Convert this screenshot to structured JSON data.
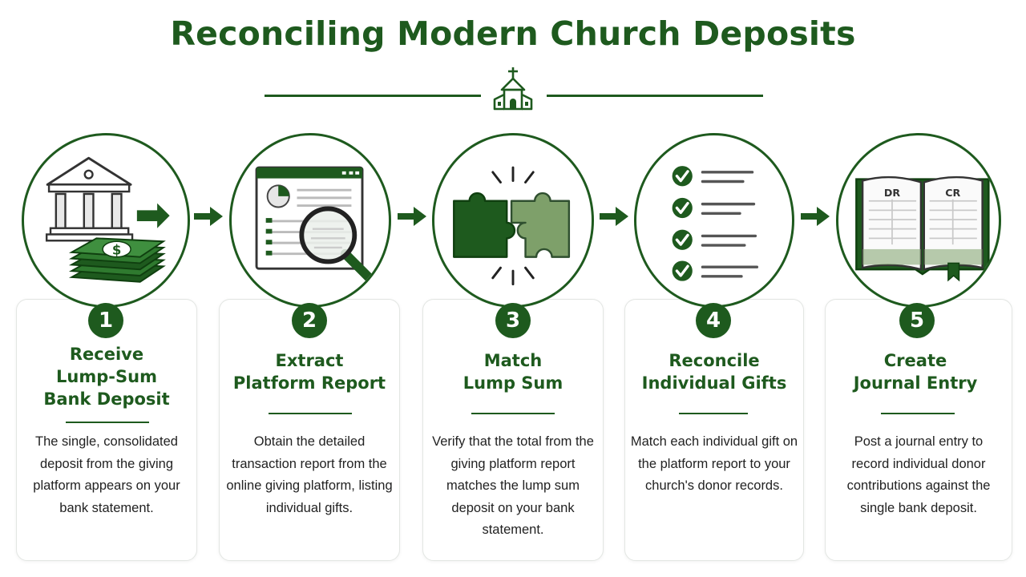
{
  "title": "Reconciling Modern Church Deposits",
  "colors": {
    "primary": "#1e5a1e",
    "light": "#7ea06a",
    "card_border": "#e3e6e3"
  },
  "steps": [
    {
      "number": "1",
      "title": [
        "Receive",
        "Lump-Sum",
        "Bank Deposit"
      ],
      "description": "The single, consolidated deposit from the giving platform appears on your bank statement.",
      "icon": "bank-and-money-icon"
    },
    {
      "number": "2",
      "title": [
        "Extract",
        "Platform Report"
      ],
      "description": "Obtain the detailed transaction report from the online giving platform, listing individual gifts.",
      "icon": "report-magnifier-icon"
    },
    {
      "number": "3",
      "title": [
        "Match",
        "Lump Sum"
      ],
      "description": "Verify that the total from the giving platform report matches the lump sum deposit on your bank statement.",
      "icon": "puzzle-pieces-icon"
    },
    {
      "number": "4",
      "title": [
        "Reconcile",
        "Individual Gifts"
      ],
      "description": "Match each individual gift on the platform report to your church's donor records.",
      "icon": "checklist-icon"
    },
    {
      "number": "5",
      "title": [
        "Create",
        "Journal Entry"
      ],
      "description": "Post a journal entry to record individual donor contributions against the single bank deposit.",
      "icon": "ledger-book-icon",
      "ledger_left": "DR",
      "ledger_right": "CR"
    }
  ]
}
